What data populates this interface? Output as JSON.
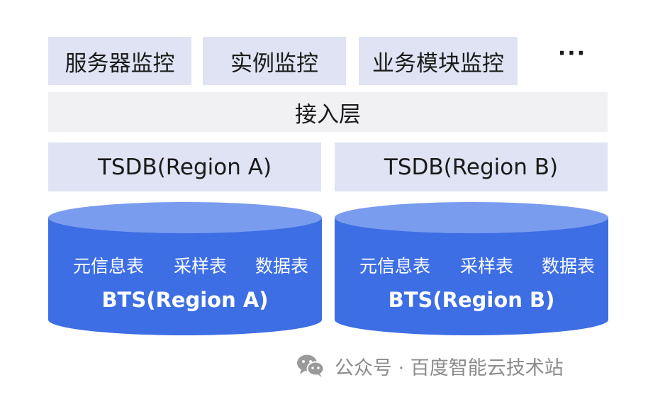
{
  "monitoring": {
    "server": "服务器监控",
    "instance": "实例监控",
    "business_module": "业务模块监控",
    "more": "···"
  },
  "access_layer": "接入层",
  "tsdb": {
    "region_a": "TSDB(Region A)",
    "region_b": "TSDB(Region B)"
  },
  "bts_a": {
    "tables": [
      "元信息表",
      "采样表",
      "数据表"
    ],
    "label": "BTS(Region A)"
  },
  "bts_b": {
    "tables": [
      "元信息表",
      "采样表",
      "数据表"
    ],
    "label": "BTS(Region B)"
  },
  "footer": {
    "text": "公众号 · 百度智能云技术站",
    "icon": "wechat-icon"
  },
  "colors": {
    "top_row_fill": "#dfe3f3",
    "access_layer_fill": "#f1f1f3",
    "cylinder_body": "#3d6ee4",
    "cylinder_top": "#7a9cef",
    "footer_text": "#8c8c8c"
  }
}
